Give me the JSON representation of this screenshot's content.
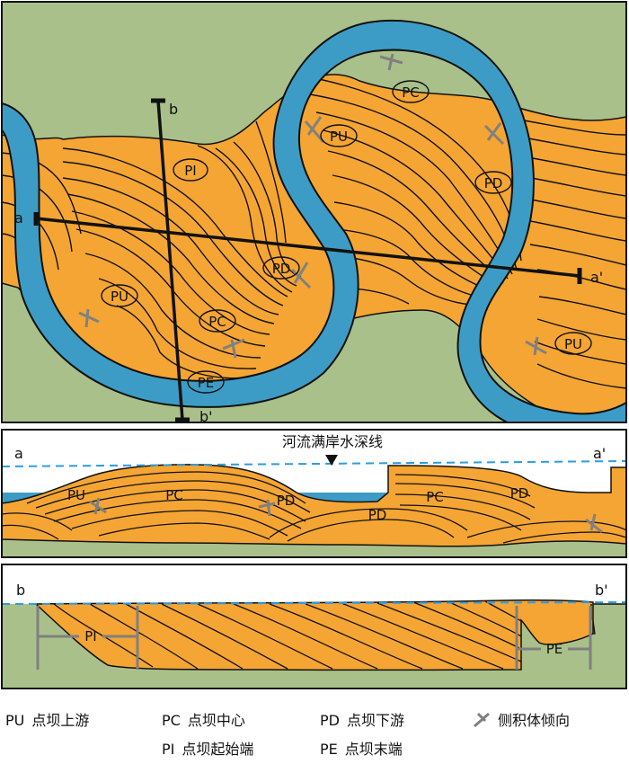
{
  "plan_view": {
    "section_line_a": {
      "start": "a",
      "end": "a'"
    },
    "section_line_b": {
      "start": "b",
      "end": "b'"
    },
    "labels": [
      "PI",
      "PU",
      "PC",
      "PD",
      "PE",
      "PU",
      "PC",
      "PD",
      "PU"
    ]
  },
  "section_a": {
    "start": "a",
    "end": "a'",
    "water_label": "河流满岸水深线",
    "labels": [
      "PU",
      "PC",
      "PD",
      "PD",
      "PC",
      "PD"
    ]
  },
  "section_b": {
    "start": "b",
    "end": "b'",
    "labels": [
      "PI",
      "PE"
    ]
  },
  "legend": [
    {
      "code": "PU",
      "text": "点坝上游"
    },
    {
      "code": "PC",
      "text": "点坝中心"
    },
    {
      "code": "PD",
      "text": "点坝下游"
    },
    {
      "code": "",
      "text": "侧积体倾向",
      "icon": "dip-symbol-icon"
    },
    {
      "code": "PI",
      "text": "点坝起始端"
    },
    {
      "code": "PE",
      "text": "点坝末端"
    }
  ],
  "colors": {
    "floodplain": "#a9c08a",
    "channel": "#3d9cc5",
    "bar": "#f5a533",
    "line": "#111111",
    "dip": "#808080",
    "water_line": "#2c9ce0"
  }
}
